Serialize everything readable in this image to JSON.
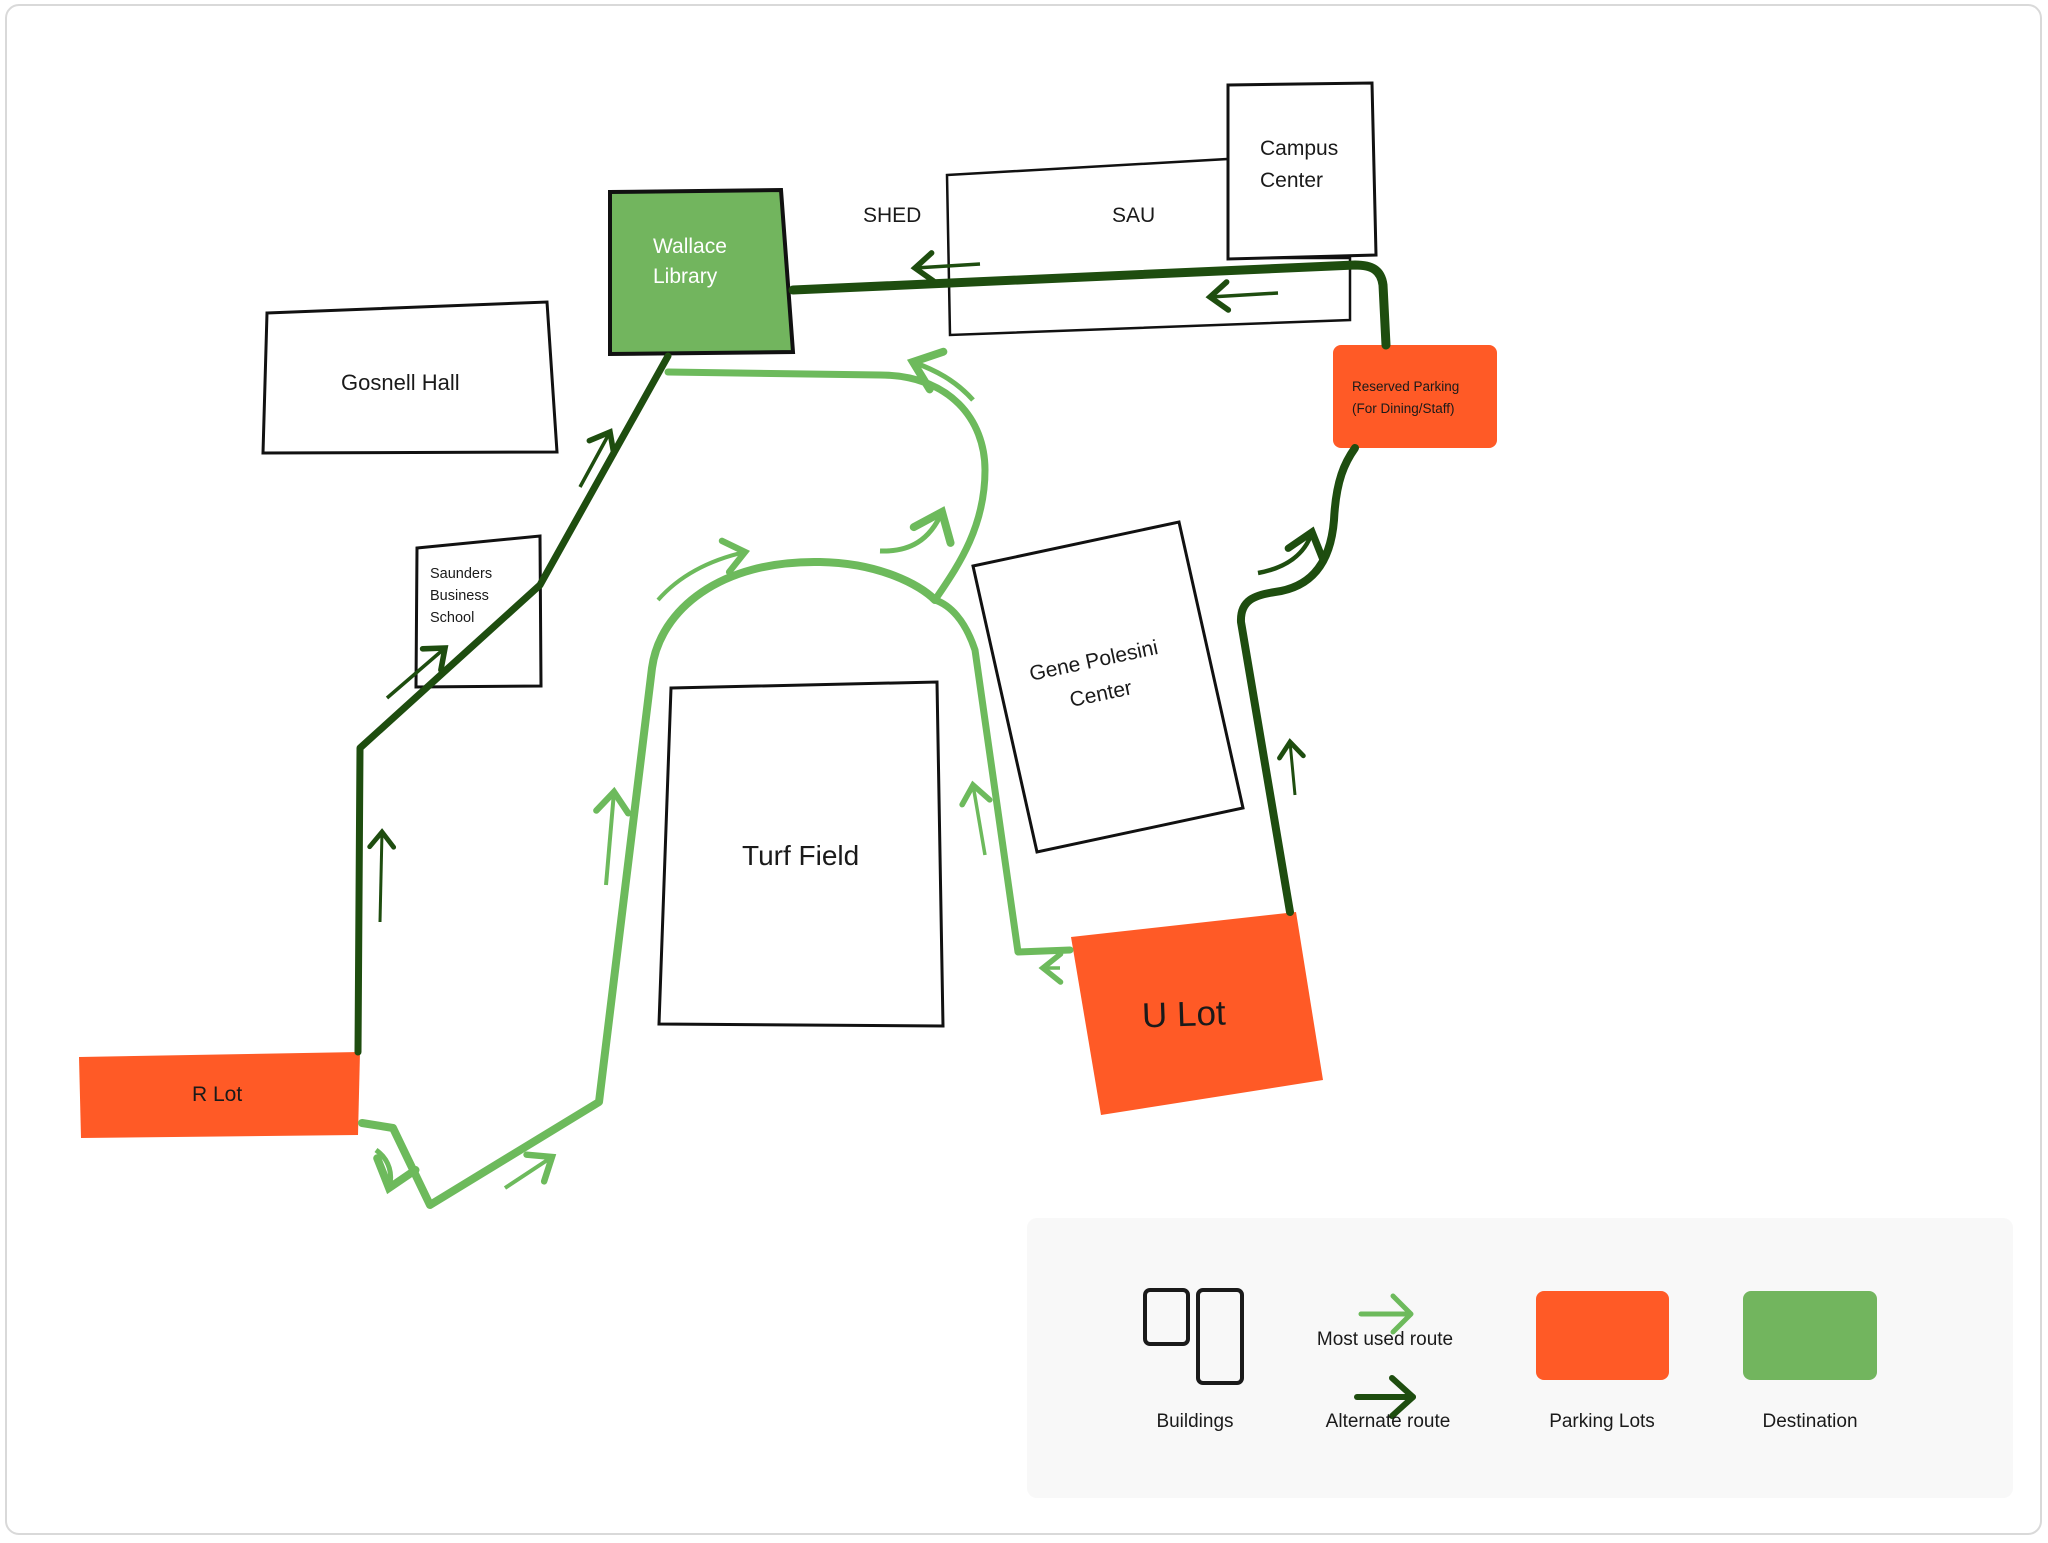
{
  "map": {
    "buildings": {
      "wallace_library": "Wallace\nLibrary",
      "gosnell_hall": "Gosnell Hall",
      "saunders": "Saunders\nBusiness\nSchool",
      "shed": "SHED",
      "sau": "SAU",
      "campus_center": "Campus\nCenter",
      "turf_field": "Turf Field",
      "gene_polesini": "Gene Polesini\nCenter"
    },
    "parking": {
      "r_lot": "R Lot",
      "u_lot": "U Lot",
      "reserved": "Reserved Parking\n(For Dining/Staff)"
    }
  },
  "legend": {
    "buildings": "Buildings",
    "most_used_route": "Most used route",
    "alternate_route": "Alternate route",
    "parking_lots": "Parking Lots",
    "destination": "Destination"
  },
  "colors": {
    "parking": "#FF5A26",
    "destination": "#72B55E",
    "most_used_route": "#6DBA5C",
    "alternate_route": "#1E4D0F",
    "building_stroke": "#111111",
    "legend_bg": "#F8F8F8"
  }
}
